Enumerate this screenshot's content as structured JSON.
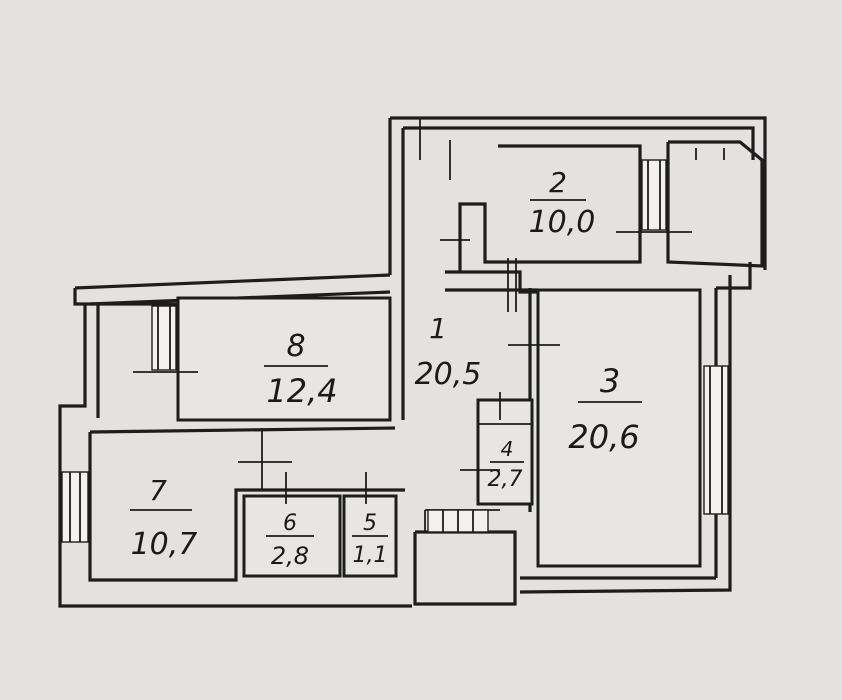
{
  "plan": {
    "paper_color": "#e4e2e1",
    "ink_color": "#1d1d1d",
    "rooms": [
      {
        "number": "1",
        "area": "20,5"
      },
      {
        "number": "2",
        "area": "10,0"
      },
      {
        "number": "3",
        "area": "20,6"
      },
      {
        "number": "4",
        "area": "2,7"
      },
      {
        "number": "5",
        "area": "1,1"
      },
      {
        "number": "6",
        "area": "2,8"
      },
      {
        "number": "7",
        "area": "10,7"
      },
      {
        "number": "8",
        "area": "12,4"
      }
    ]
  }
}
